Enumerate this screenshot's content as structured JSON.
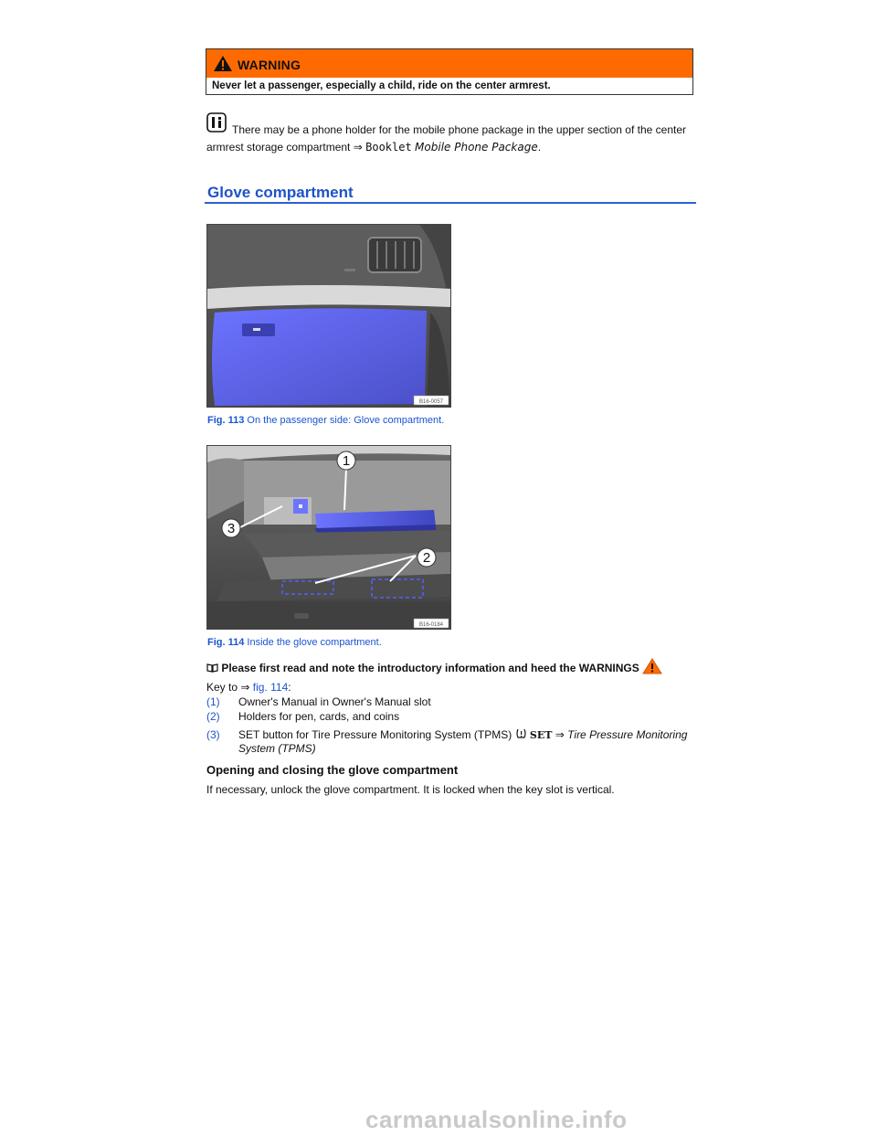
{
  "warning": {
    "title": "WARNING",
    "text": "Never let a passenger, especially a child, ride on the center armrest."
  },
  "note": {
    "text_part1": "There may be a phone holder for the mobile phone package in the upper section of the center armrest storage compartment ⇒",
    "booklet": "Booklet",
    "booklet_title": "Mobile Phone Package",
    "end": "."
  },
  "section": {
    "title": "Glove compartment"
  },
  "figures": [
    {
      "number": "Fig. 113",
      "caption": "On the passenger side: Glove compartment.",
      "code": "B16-0057"
    },
    {
      "number": "Fig. 114",
      "caption": "Inside the glove compartment.",
      "code": "B16-0184",
      "callouts": [
        "1",
        "2",
        "3"
      ]
    }
  ],
  "intro": {
    "text": "Please first read and note the introductory information and heed the WARNINGS"
  },
  "key": {
    "prefix": "Key to ⇒",
    "fig_link": "fig. 114",
    "suffix": ":",
    "items": [
      {
        "num": "(1)",
        "text": "Owner's Manual in Owner's Manual slot"
      },
      {
        "num": "(2)",
        "text": "Holders for pen, cards, and coins"
      },
      {
        "num": "(3)",
        "text": "SET button for Tire Pressure Monitoring System (TPMS)",
        "set_label": "SET",
        "arrow": "⇒",
        "link": "Tire Pressure Monitoring System (TPMS)"
      }
    ]
  },
  "subsection": {
    "title": "Opening and closing the glove compartment",
    "text": "If necessary, unlock the glove compartment. It is locked when the key slot is vertical."
  },
  "watermark": "carmanualsonline.info",
  "colors": {
    "warning_header": "#ff6a00",
    "link_blue": "#1a55d0",
    "heading_blue": "#1e52c8"
  }
}
